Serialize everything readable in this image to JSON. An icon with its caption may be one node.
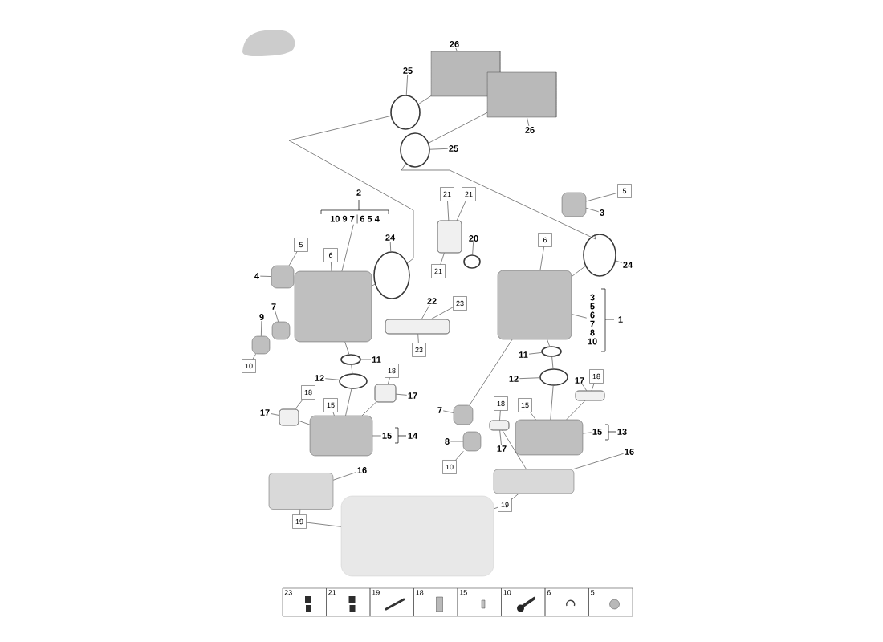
{
  "diagram": {
    "nodes": [
      {
        "text": [
          "26"
        ]
      },
      {
        "text": [],
        "shape": "cylinder"
      },
      {
        "text": [],
        "shape": "cylinder"
      },
      {
        "text": [
          "26"
        ]
      },
      {
        "text": [
          "25"
        ]
      },
      {
        "text": [],
        "shape": "circle"
      },
      {
        "text": [],
        "shape": "circle"
      },
      {
        "text": [
          "25"
        ]
      },
      {
        "text": [
          "10 9 7",
          "6 5 4"
        ]
      },
      {
        "text": [
          "24"
        ]
      },
      {
        "text": [],
        "shape": "circle"
      },
      {
        "text": [
          "5"
        ]
      },
      {
        "text": [
          "6"
        ]
      },
      {
        "text": [
          "4"
        ]
      },
      {
        "text": [],
        "shape": "box"
      },
      {
        "text": [],
        "shape": "box"
      },
      {
        "text": [
          "7"
        ]
      },
      {
        "text": [
          "9"
        ]
      },
      {
        "text": [],
        "shape": "box"
      },
      {
        "text": [],
        "shape": "box"
      },
      {
        "text": [
          "10"
        ]
      },
      {
        "text": [
          "21"
        ]
      },
      {
        "text": [
          "21"
        ]
      },
      {
        "text": [
          "20"
        ]
      },
      {
        "text": [
          "21"
        ]
      },
      {
        "text": [],
        "shape": "box"
      },
      {
        "text": [],
        "shape": "circle"
      },
      {
        "text": [
          "5"
        ]
      },
      {
        "text": [],
        "shape": "box"
      },
      {
        "text": [
          "3"
        ]
      },
      {
        "text": [
          "6"
        ]
      },
      {
        "text": [],
        "shape": "box"
      },
      {
        "text": [
          "24"
        ]
      },
      {
        "text": [],
        "shape": "circle"
      },
      {
        "text": [
          "3",
          "5",
          "6",
          "7",
          "8",
          "10"
        ]
      },
      {
        "text": [
          "22"
        ]
      },
      {
        "text": [
          "23"
        ]
      },
      {
        "text": [],
        "shape": "box"
      },
      {
        "text": [
          "23"
        ]
      },
      {
        "text": [
          "11"
        ]
      },
      {
        "text": [],
        "shape": "circle"
      },
      {
        "text": [
          "12"
        ]
      },
      {
        "text": [],
        "shape": "circle"
      },
      {
        "text": [
          "18"
        ]
      },
      {
        "text": [
          "17"
        ]
      },
      {
        "text": [],
        "shape": "box"
      },
      {
        "text": [
          "18"
        ]
      },
      {
        "text": [
          "17"
        ]
      },
      {
        "text": [],
        "shape": "box"
      },
      {
        "text": [
          "15"
        ]
      },
      {
        "text": [],
        "shape": "box"
      },
      {
        "text": [
          "15"
        ]
      },
      {
        "text": [
          "16"
        ]
      },
      {
        "text": [],
        "shape": "box"
      },
      {
        "text": [
          "19"
        ]
      },
      {
        "text": [],
        "shape": "box"
      },
      {
        "text": [
          "7"
        ]
      },
      {
        "text": [],
        "shape": "box"
      },
      {
        "text": [
          "8"
        ]
      },
      {
        "text": [],
        "shape": "box"
      },
      {
        "text": [
          "10"
        ]
      },
      {
        "text": [
          "11"
        ]
      },
      {
        "text": [],
        "shape": "circle"
      },
      {
        "text": [
          "12"
        ]
      },
      {
        "text": [],
        "shape": "circle"
      },
      {
        "text": [
          "17"
        ]
      },
      {
        "text": [
          "18"
        ]
      },
      {
        "text": [],
        "shape": "box"
      },
      {
        "text": [
          "18"
        ]
      },
      {
        "text": [
          "17"
        ]
      },
      {
        "text": [],
        "shape": "box"
      },
      {
        "text": [
          "15"
        ]
      },
      {
        "text": [],
        "shape": "box"
      },
      {
        "text": [
          "15"
        ]
      },
      {
        "text": [
          "16"
        ]
      },
      {
        "text": [],
        "shape": "box"
      },
      {
        "text": [
          "19"
        ]
      }
    ],
    "edges": [
      {
        "from": 0,
        "to": 1,
        "arrow": "none"
      },
      {
        "from": 3,
        "to": 2,
        "arrow": "none"
      },
      {
        "from": 4,
        "to": 5,
        "arrow": "none"
      },
      {
        "from": 7,
        "to": 6,
        "arrow": "none"
      },
      {
        "from": 8,
        "to": 15,
        "arrow": "none"
      },
      {
        "from": 9,
        "to": 10,
        "arrow": "none"
      },
      {
        "from": 11,
        "to": 14,
        "arrow": "none"
      },
      {
        "from": 12,
        "to": 15,
        "arrow": "none"
      },
      {
        "from": 13,
        "to": 14,
        "arrow": "none"
      },
      {
        "from": 16,
        "to": 18,
        "arrow": "none"
      },
      {
        "from": 17,
        "to": 19,
        "arrow": "none"
      },
      {
        "from": 20,
        "to": 19,
        "arrow": "none"
      },
      {
        "from": 21,
        "to": 25,
        "arrow": "none"
      },
      {
        "from": 22,
        "to": 25,
        "arrow": "none"
      },
      {
        "from": 24,
        "to": 25,
        "arrow": "none"
      },
      {
        "from": 23,
        "to": 26,
        "arrow": "none"
      },
      {
        "from": 27,
        "to": 28,
        "arrow": "none"
      },
      {
        "from": 29,
        "to": 28,
        "arrow": "none"
      },
      {
        "from": 30,
        "to": 31,
        "arrow": "none"
      },
      {
        "from": 32,
        "to": 33,
        "arrow": "none"
      },
      {
        "from": 34,
        "to": 31,
        "arrow": "none"
      },
      {
        "from": 35,
        "to": 37,
        "arrow": "none"
      },
      {
        "from": 36,
        "to": 37,
        "arrow": "none"
      },
      {
        "from": 38,
        "to": 37,
        "arrow": "none"
      },
      {
        "from": 39,
        "to": 40,
        "arrow": "none"
      },
      {
        "from": 41,
        "to": 42,
        "arrow": "none"
      },
      {
        "from": 43,
        "to": 45,
        "arrow": "none"
      },
      {
        "from": 44,
        "to": 45,
        "arrow": "none"
      },
      {
        "from": 46,
        "to": 48,
        "arrow": "none"
      },
      {
        "from": 47,
        "to": 48,
        "arrow": "none"
      },
      {
        "from": 49,
        "to": 50,
        "arrow": "none"
      },
      {
        "from": 51,
        "to": 50,
        "arrow": "none"
      },
      {
        "from": 52,
        "to": 53,
        "arrow": "none"
      },
      {
        "from": 54,
        "to": 53,
        "arrow": "none"
      },
      {
        "from": 54,
        "to": 55,
        "arrow": "none"
      },
      {
        "from": 56,
        "to": 57,
        "arrow": "none"
      },
      {
        "from": 58,
        "to": 59,
        "arrow": "none"
      },
      {
        "from": 60,
        "to": 59,
        "arrow": "none"
      },
      {
        "from": 61,
        "to": 62,
        "arrow": "none"
      },
      {
        "from": 63,
        "to": 64,
        "arrow": "none"
      },
      {
        "from": 65,
        "to": 67,
        "arrow": "none"
      },
      {
        "from": 66,
        "to": 67,
        "arrow": "none"
      },
      {
        "from": 68,
        "to": 70,
        "arrow": "none"
      },
      {
        "from": 69,
        "to": 70,
        "arrow": "none"
      },
      {
        "from": 71,
        "to": 72,
        "arrow": "none"
      },
      {
        "from": 73,
        "to": 72,
        "arrow": "none"
      },
      {
        "from": 74,
        "to": 75,
        "arrow": "none"
      },
      {
        "from": 76,
        "to": 75,
        "arrow": "none"
      },
      {
        "from": 76,
        "to": 55,
        "arrow": "none"
      },
      {
        "from": 1,
        "to": 5,
        "arrow": "none"
      },
      {
        "from": 2,
        "to": 6,
        "arrow": "none"
      },
      {
        "from": 5,
        "to": 10,
        "arrow": "none"
      },
      {
        "from": 6,
        "to": 33,
        "arrow": "none"
      },
      {
        "from": 10,
        "to": 15,
        "arrow": "none"
      },
      {
        "from": 33,
        "to": 31,
        "arrow": "none"
      },
      {
        "from": 40,
        "to": 15,
        "arrow": "none"
      },
      {
        "from": 42,
        "to": 40,
        "arrow": "none"
      },
      {
        "from": 50,
        "to": 42,
        "arrow": "none"
      },
      {
        "from": 64,
        "to": 62,
        "arrow": "none"
      },
      {
        "from": 62,
        "to": 31,
        "arrow": "none"
      },
      {
        "from": 72,
        "to": 64,
        "arrow": "none"
      },
      {
        "from": 57,
        "to": 31,
        "arrow": "none"
      },
      {
        "from": 45,
        "to": 50,
        "arrow": "none"
      },
      {
        "from": 48,
        "to": 50,
        "arrow": "none"
      },
      {
        "from": 67,
        "to": 72,
        "arrow": "none"
      },
      {
        "from": 70,
        "to": 75,
        "arrow": "none"
      }
    ],
    "labels": [
      "2",
      "1",
      "13",
      "14",
      "23",
      "21",
      "19",
      "18",
      "15",
      "10",
      "6",
      "5"
    ]
  }
}
